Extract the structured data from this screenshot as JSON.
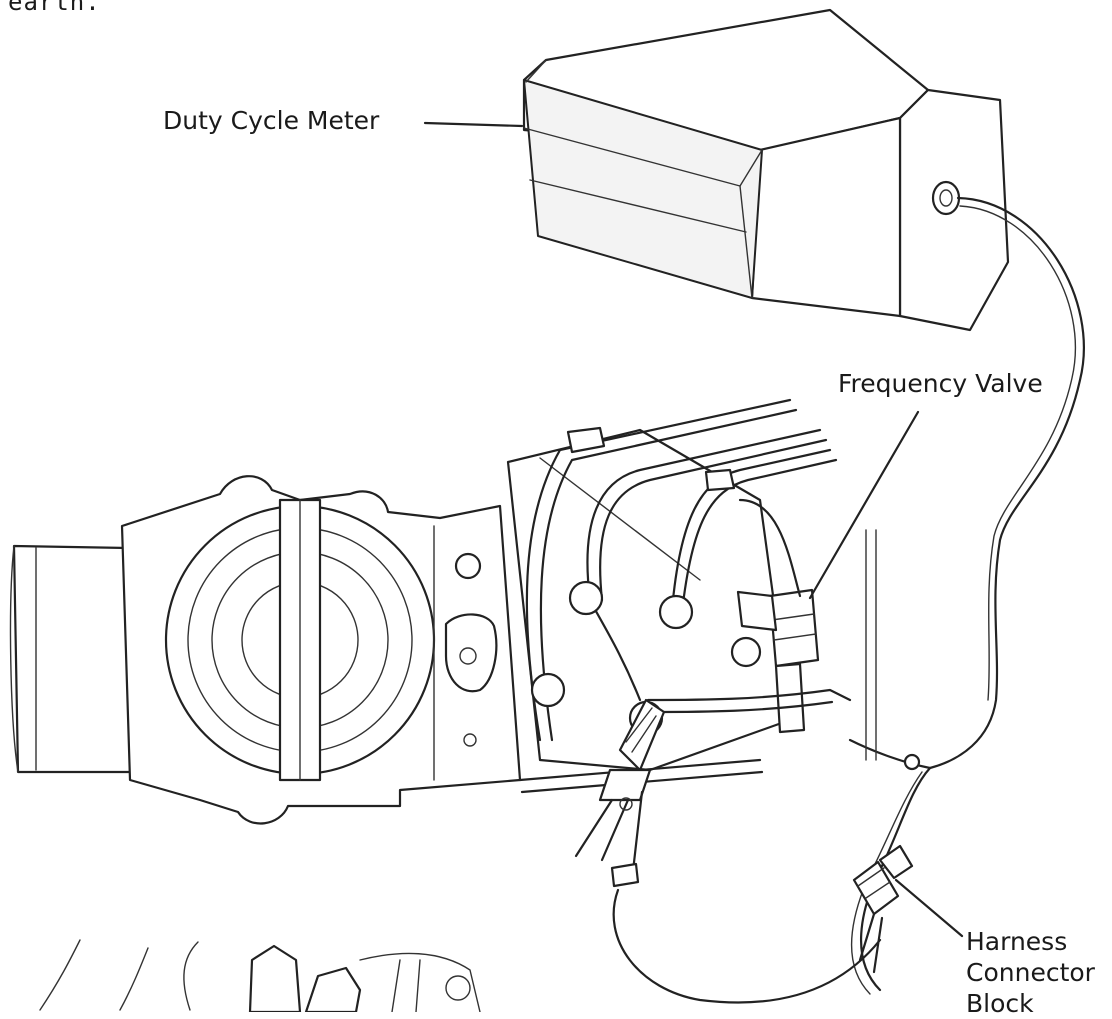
{
  "header_text": "earth.",
  "labels": {
    "duty_cycle_meter": "Duty Cycle Meter",
    "frequency_valve": "Frequency Valve",
    "harness_connector_block": [
      "Harness",
      "Connector",
      "Block"
    ]
  }
}
